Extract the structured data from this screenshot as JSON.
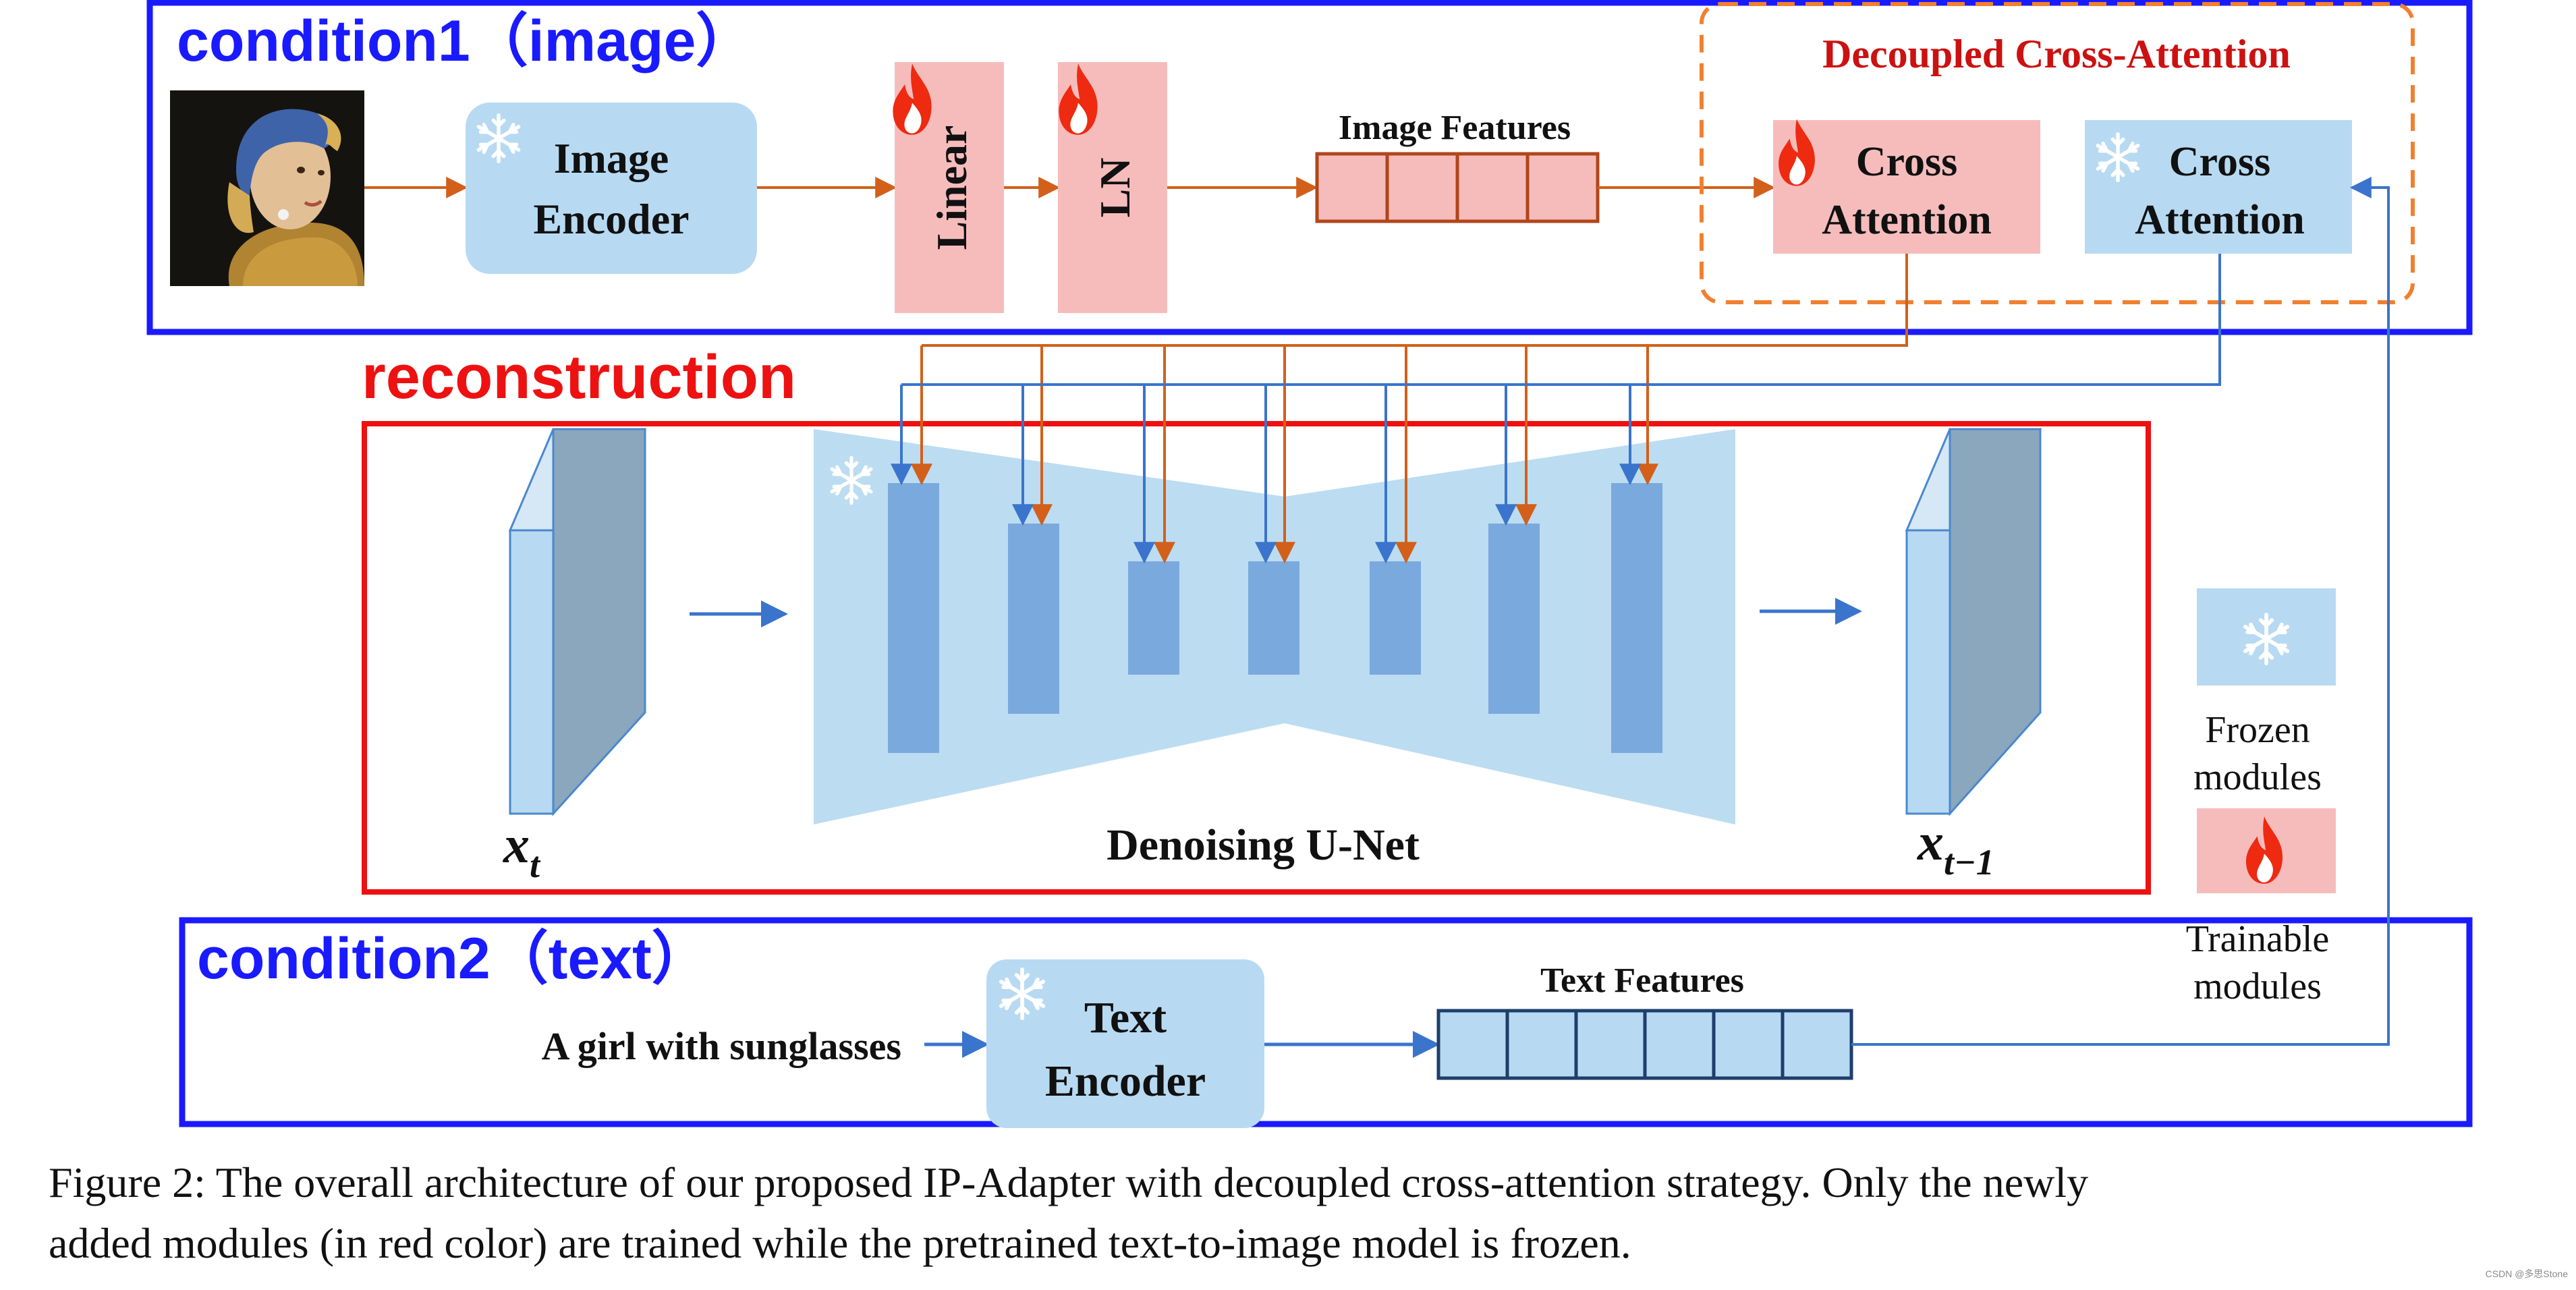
{
  "diagram": {
    "condition1_label": "condition1（image）",
    "condition2_label": "condition2（text）",
    "reconstruction_label": "reconstruction",
    "image_encoder_line1": "Image",
    "image_encoder_line2": "Encoder",
    "linear_label": "Linear",
    "ln_label": "LN",
    "image_features_label": "Image Features",
    "decoupled_title": "Decoupled Cross-Attention",
    "cross_attention_line1": "Cross",
    "cross_attention_line2": "Attention",
    "text_encoder_line1": "Text",
    "text_encoder_line2": "Encoder",
    "text_features_label": "Text Features",
    "prompt_text": "A girl with sunglasses",
    "unet_label": "Denoising U-Net",
    "xt_symbol": "x",
    "xt_subscript": "t",
    "xt1_symbol": "x",
    "xt1_subscript": "t−1",
    "legend_frozen_line1": "Frozen",
    "legend_frozen_line2": "modules",
    "legend_trainable_line1": "Trainable",
    "legend_trainable_line2": "modules"
  },
  "caption": {
    "line1": "Figure 2: The overall architecture of our proposed IP-Adapter with decoupled cross-attention strategy. Only the newly",
    "line2": "added modules (in red color) are trained while the pretrained text-to-image model is frozen."
  },
  "watermark": "CSDN @多思Stone",
  "colors": {
    "condition_border": "#1a1aff",
    "reconstruction_border": "#ee1111",
    "reconstruction_text": "#ee1111",
    "decoupled_border": "#f08030",
    "decoupled_title": "#cc1111",
    "frozen_fill": "#b7daf2",
    "trainable_fill": "#f6bcbc",
    "unet_fill": "#bcdcf1",
    "unet_block": "#7aa9dd",
    "orange_arrow": "#d2601a",
    "blue_arrow": "#3a74cc",
    "flame": "#ee2a10"
  }
}
